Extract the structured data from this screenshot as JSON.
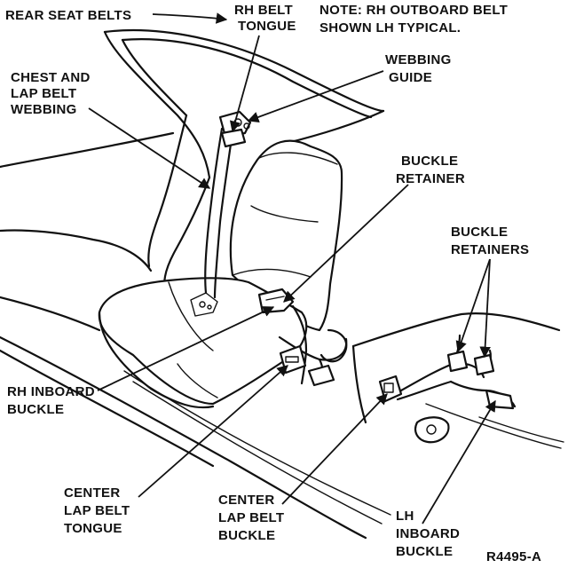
{
  "labels": {
    "rear_seat_belts": "REAR SEAT BELTS",
    "rh_belt_tongue_1": "RH BELT",
    "rh_belt_tongue_2": "TONGUE",
    "note_1": "NOTE: RH OUTBOARD BELT",
    "note_2": "SHOWN LH TYPICAL.",
    "chest_lap_1": "CHEST AND",
    "chest_lap_2": "LAP BELT",
    "chest_lap_3": "WEBBING",
    "webbing_guide_1": "WEBBING",
    "webbing_guide_2": "GUIDE",
    "buckle_retainer_1": "BUCKLE",
    "buckle_retainer_2": "RETAINER",
    "buckle_retainers_1": "BUCKLE",
    "buckle_retainers_2": "RETAINERS",
    "rh_inboard_1": "RH INBOARD",
    "rh_inboard_2": "BUCKLE",
    "center_tongue_1": "CENTER",
    "center_tongue_2": "LAP BELT",
    "center_tongue_3": "TONGUE",
    "center_buckle_1": "CENTER",
    "center_buckle_2": "LAP BELT",
    "center_buckle_3": "BUCKLE",
    "lh_inboard_1": "LH",
    "lh_inboard_2": "INBOARD",
    "lh_inboard_3": "BUCKLE",
    "figure_id": "R4495-A"
  }
}
